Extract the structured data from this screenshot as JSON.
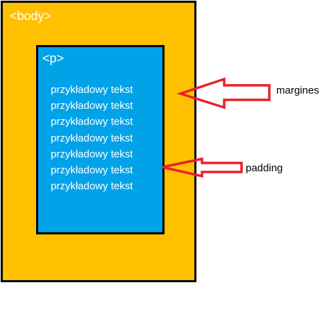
{
  "diagram": {
    "body_tag_label": "<body>",
    "p_tag_label": "<p>",
    "paragraph_lines": [
      "przykładowy tekst",
      "przykładowy tekst",
      "przykładowy tekst",
      "przykładowy tekst",
      "przykładowy tekst",
      "przykładowy tekst",
      "przykładowy tekst"
    ],
    "annotations": {
      "margins": "margines",
      "padding": "padding"
    }
  },
  "colors": {
    "body_fill": "#ffc000",
    "p_fill": "#00a2e8",
    "border": "#000000",
    "arrow": "#e8202a",
    "label_text": "#ffffff"
  }
}
